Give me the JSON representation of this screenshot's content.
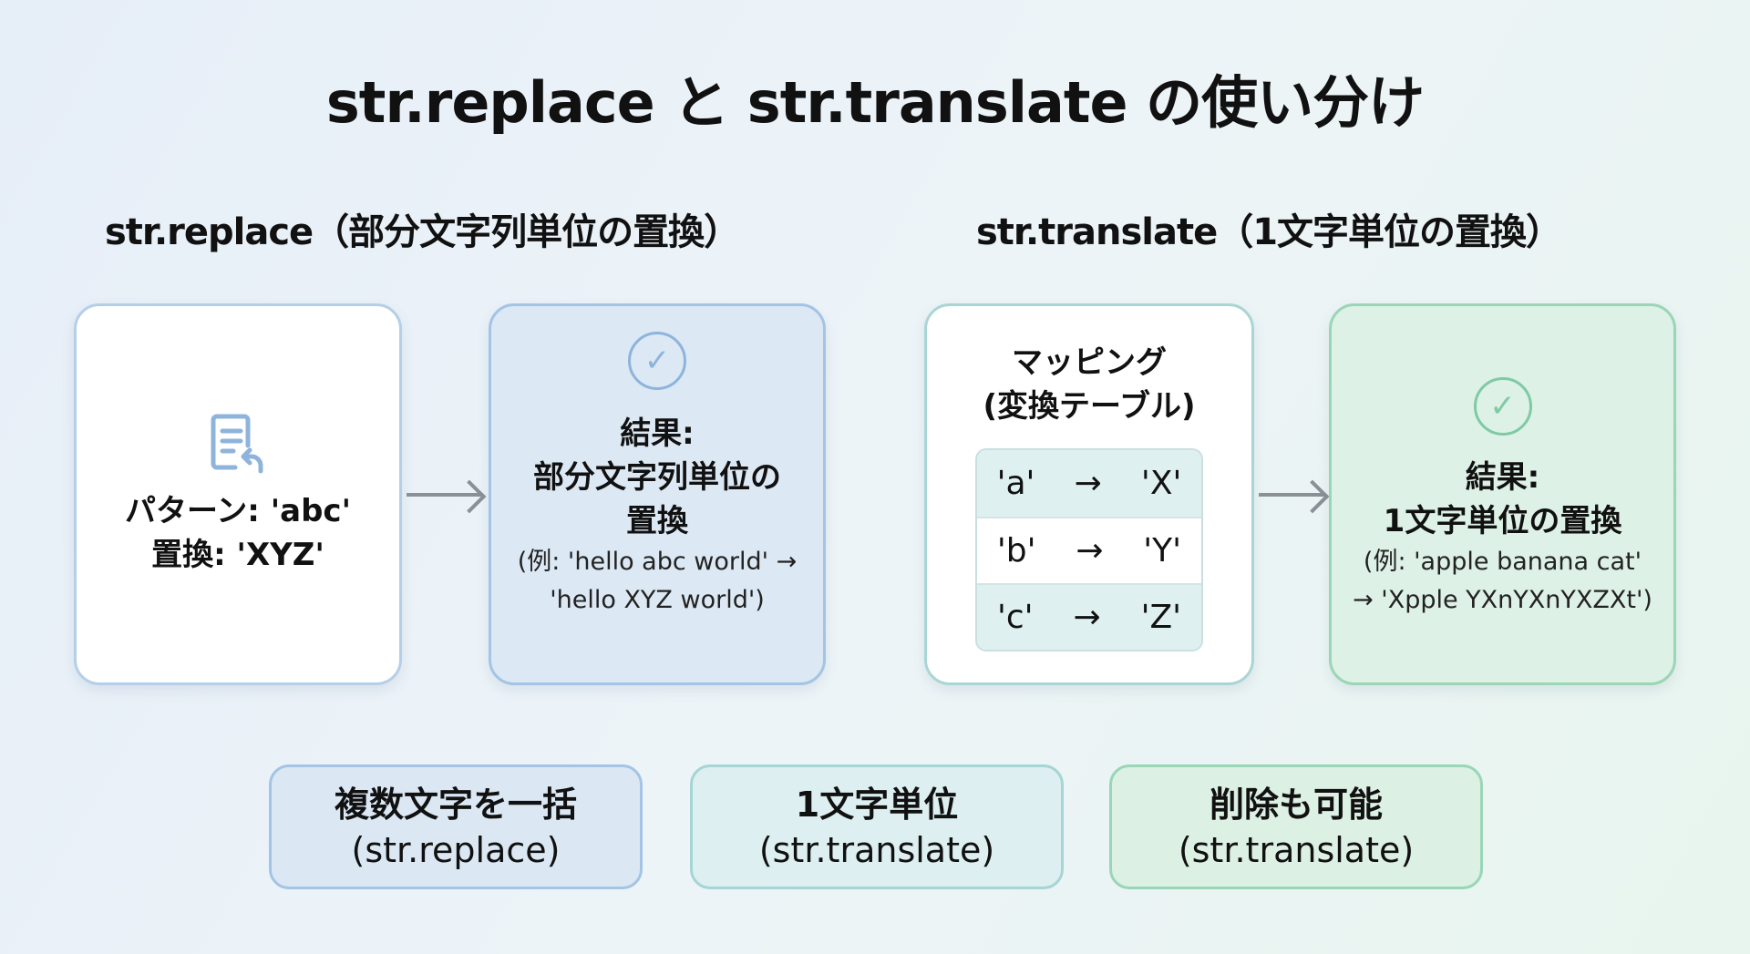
{
  "title": "str.replace と str.translate の使い分け",
  "replace_section": {
    "heading": "str.replace（部分文字列単位の置換）",
    "input_card": {
      "icon": "document-replace-icon",
      "line1": "パターン: 'abc'",
      "line2": "置換: 'XYZ'"
    },
    "result_card": {
      "icon": "check-circle-icon",
      "line1": "結果:",
      "line2": "部分文字列単位の",
      "line3": "置換",
      "example1": "(例: 'hello abc world' →",
      "example2": "'hello XYZ world')"
    }
  },
  "translate_section": {
    "heading": "str.translate（1文字単位の置換）",
    "mapping_card": {
      "title1": "マッピング",
      "title2": "(変換テーブル)",
      "rows": [
        {
          "from": "'a'",
          "arrow": "→",
          "to": "'X'"
        },
        {
          "from": "'b'",
          "arrow": "→",
          "to": "'Y'"
        },
        {
          "from": "'c'",
          "arrow": "→",
          "to": "'Z'"
        }
      ]
    },
    "result_card": {
      "icon": "check-circle-icon",
      "line1": "結果:",
      "line2": "1文字単位の置換",
      "example1": "(例: 'apple banana cat'",
      "example2": "→ 'Xpple YXnYXnYXZXt')"
    }
  },
  "features": [
    {
      "label": "複数文字を一括",
      "method": "(str.replace)"
    },
    {
      "label": "1文字単位",
      "method": "(str.translate)"
    },
    {
      "label": "削除も可能",
      "method": "(str.translate)"
    }
  ],
  "colors": {
    "blue_border": "#a3c4e4",
    "green_border": "#99d6b6",
    "blue_fill": "#dce8f4",
    "green_fill": "#ddf1e6"
  }
}
